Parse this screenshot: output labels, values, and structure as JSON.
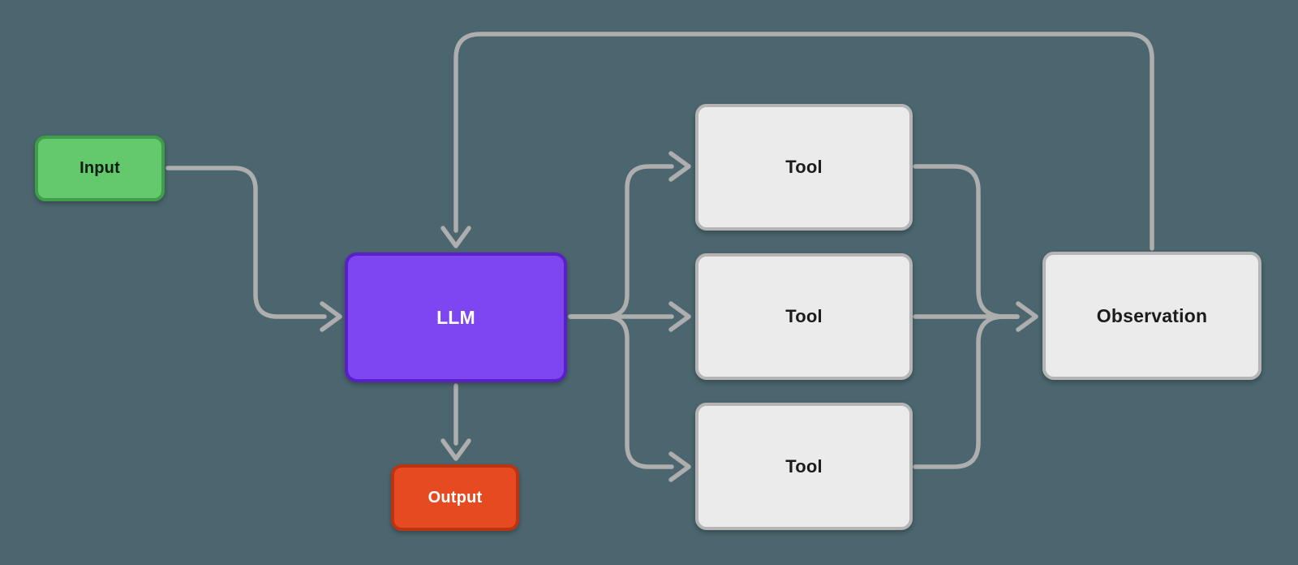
{
  "diagram": {
    "type": "flowchart",
    "nodes": {
      "input": {
        "label": "Input"
      },
      "llm": {
        "label": "LLM"
      },
      "output": {
        "label": "Output"
      },
      "tool1": {
        "label": "Tool"
      },
      "tool2": {
        "label": "Tool"
      },
      "tool3": {
        "label": "Tool"
      },
      "observation": {
        "label": "Observation"
      }
    },
    "edges": [
      {
        "from": "input",
        "to": "llm"
      },
      {
        "from": "llm",
        "to": "tool1"
      },
      {
        "from": "llm",
        "to": "tool2"
      },
      {
        "from": "llm",
        "to": "tool3"
      },
      {
        "from": "tool1",
        "to": "observation"
      },
      {
        "from": "tool2",
        "to": "observation"
      },
      {
        "from": "tool3",
        "to": "observation"
      },
      {
        "from": "observation",
        "to": "llm"
      },
      {
        "from": "llm",
        "to": "output"
      }
    ]
  },
  "colors": {
    "background": "#4b666e",
    "connector": "#aeaeae",
    "input_fill": "#64c96d",
    "input_border": "#3f9e49",
    "input_text": "#0d1a10",
    "llm_fill": "#7d46f0",
    "llm_border": "#5a1fc8",
    "llm_text": "#ffffff",
    "output_fill": "#e64a21",
    "output_border": "#bc3311",
    "output_text": "#ffffff",
    "neutral_fill": "#ebebeb",
    "neutral_border": "#b5b5b5",
    "neutral_text": "#1c1c1c"
  }
}
